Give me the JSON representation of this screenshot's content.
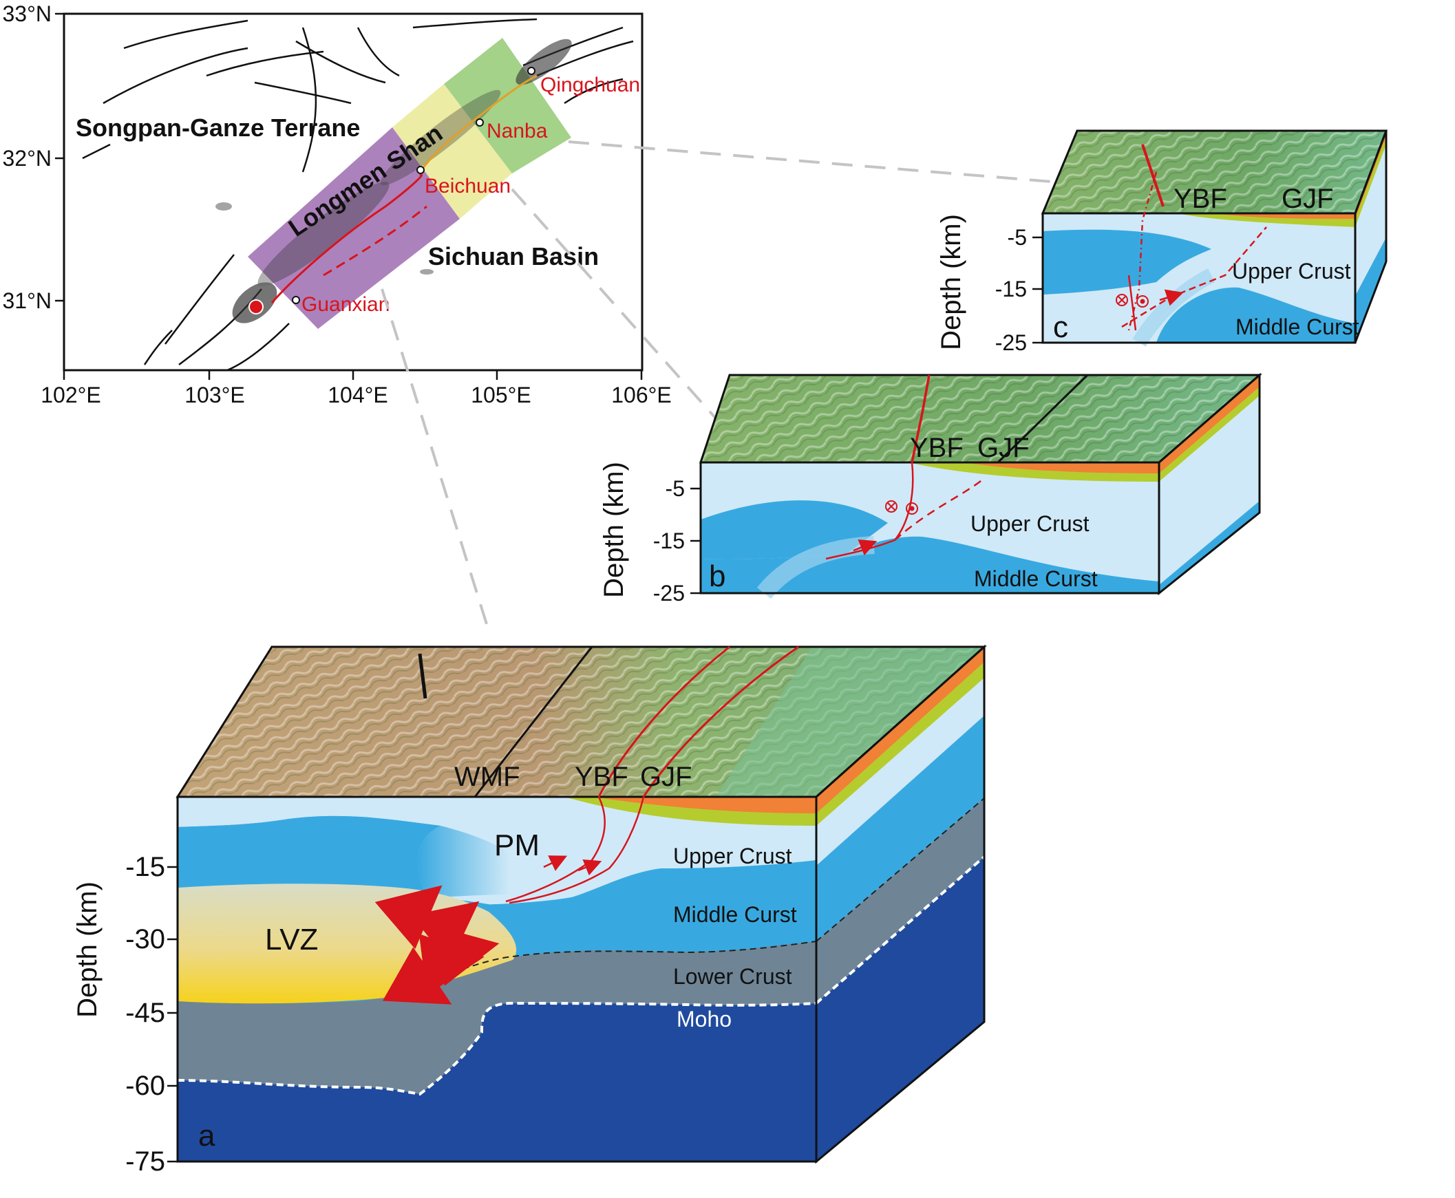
{
  "map": {
    "lat_labels": [
      "33°N",
      "32°N",
      "31°N"
    ],
    "lon_labels": [
      "102°E",
      "103°E",
      "104°E",
      "105°E",
      "106°E"
    ],
    "region_labels": {
      "songpan": "Songpan-Ganze Terrane",
      "longmen": "Longmen Shan",
      "sichuan": "Sichuan Basin"
    },
    "towns": [
      "Qingchuan",
      "Nanba",
      "Beichuan",
      "Guanxian"
    ],
    "segment_colors": {
      "a": "#9e6cb0",
      "b": "#eaea9a",
      "c": "#9acd7c"
    }
  },
  "block_a": {
    "panel_label": "a",
    "axis_title": "Depth (km)",
    "ticks": [
      "-15",
      "-30",
      "-45",
      "-60",
      "-75"
    ],
    "faults": [
      "WMF",
      "YBF",
      "GJF"
    ],
    "features": {
      "pm": "PM",
      "lvz": "LVZ"
    },
    "layers": {
      "upper": "Upper Crust",
      "middle": "Middle Curst",
      "lower": "Lower Crust",
      "moho": "Moho"
    }
  },
  "block_b": {
    "panel_label": "b",
    "axis_title": "Depth (km)",
    "ticks": [
      "-5",
      "-15",
      "-25"
    ],
    "faults": [
      "YBF",
      "GJF"
    ],
    "layers": {
      "upper": "Upper Crust",
      "middle": "Middle Curst"
    }
  },
  "block_c": {
    "panel_label": "c",
    "axis_title": "Depth (km)",
    "ticks": [
      "-5",
      "-15",
      "-25"
    ],
    "faults": [
      "YBF",
      "GJF"
    ],
    "layers": {
      "upper": "Upper Crust",
      "middle": "Middle Curst"
    }
  },
  "colors": {
    "light_blue": "#cfe9f8",
    "mid_blue": "#38a9e0",
    "lower_grey": "#6f8596",
    "mantle": "#1f4a9e",
    "orange": "#f08136",
    "lime": "#b5cc2e",
    "fault_red": "#d8141c"
  }
}
